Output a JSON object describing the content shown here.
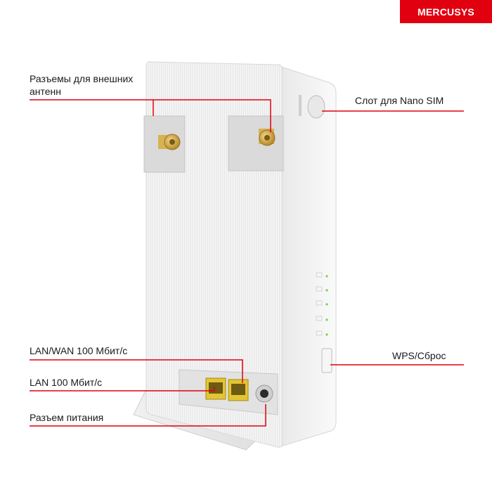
{
  "brand": {
    "logo_text": "MERCUSYS",
    "accent_color": "#e1000f"
  },
  "callouts": {
    "antennas": "Разъемы для внешних антенн",
    "sim_slot": "Слот для Nano SIM",
    "lan_wan": "LAN/WAN 100 Мбит/с",
    "lan": "LAN 100 Мбит/с",
    "power": "Разъем питания",
    "wps_reset": "WPS/Сброс"
  }
}
